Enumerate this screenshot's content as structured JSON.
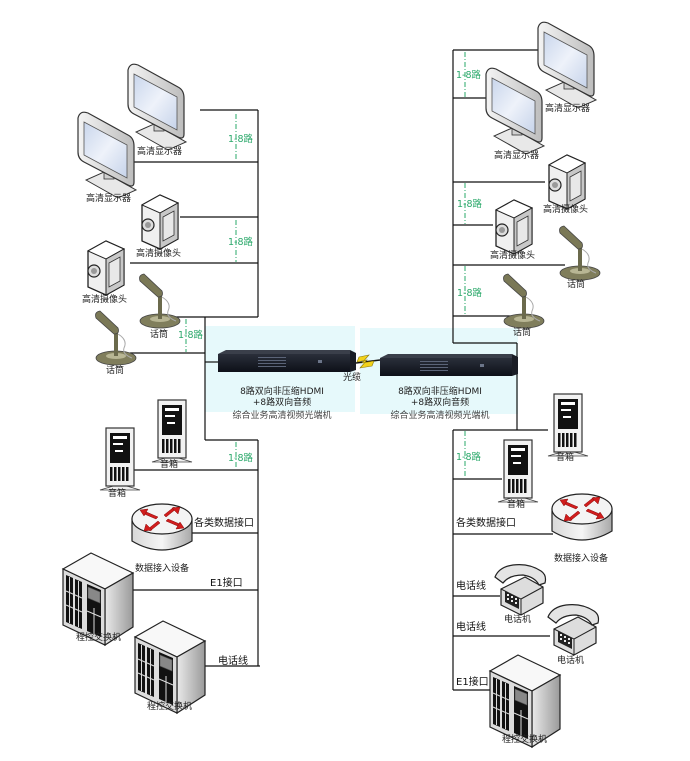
{
  "diagram": {
    "fiber_label": "光缆",
    "left_unit": {
      "spec_line1": "8路双向非压缩HDMI",
      "spec_line2": "+8路双向音频",
      "name": "综合业务高清视频光端机"
    },
    "right_unit": {
      "spec_line1": "8路双向非压缩HDMI",
      "spec_line2": "+8路双向音频",
      "name": "综合业务高清视频光端机"
    },
    "channel_label": "1-8路",
    "left_side": {
      "monitors": [
        "高清显示器",
        "高清显示器"
      ],
      "cameras": [
        "高清摄像头",
        "高清摄像头"
      ],
      "mics": [
        "话筒",
        "话筒"
      ],
      "speakers": [
        "音箱",
        "音箱"
      ],
      "data_device": "数据接入设备",
      "data_interface": "各类数据接口",
      "pbx_1": "程控交换机",
      "pbx_2": "程控交换机",
      "e1_interface": "E1接口",
      "phone_line": "电话线"
    },
    "right_side": {
      "monitors": [
        "高清显示器",
        "高清显示器"
      ],
      "cameras": [
        "高清摄像头",
        "高清摄像头"
      ],
      "mics": [
        "话筒",
        "话筒"
      ],
      "speakers": [
        "音箱",
        "音箱"
      ],
      "data_device": "数据接入设备",
      "data_interface": "各类数据接口",
      "phones": [
        "电话机",
        "电话机"
      ],
      "phone_line_1": "电话线",
      "phone_line_2": "电话线",
      "pbx": "程控交换机",
      "e1_interface": "E1接口"
    },
    "colors": {
      "panel_bg": "#e6f9fb",
      "channel_green": "#2aa86a",
      "fiber_yellow": "#f2d21a",
      "line": "#111111"
    }
  }
}
